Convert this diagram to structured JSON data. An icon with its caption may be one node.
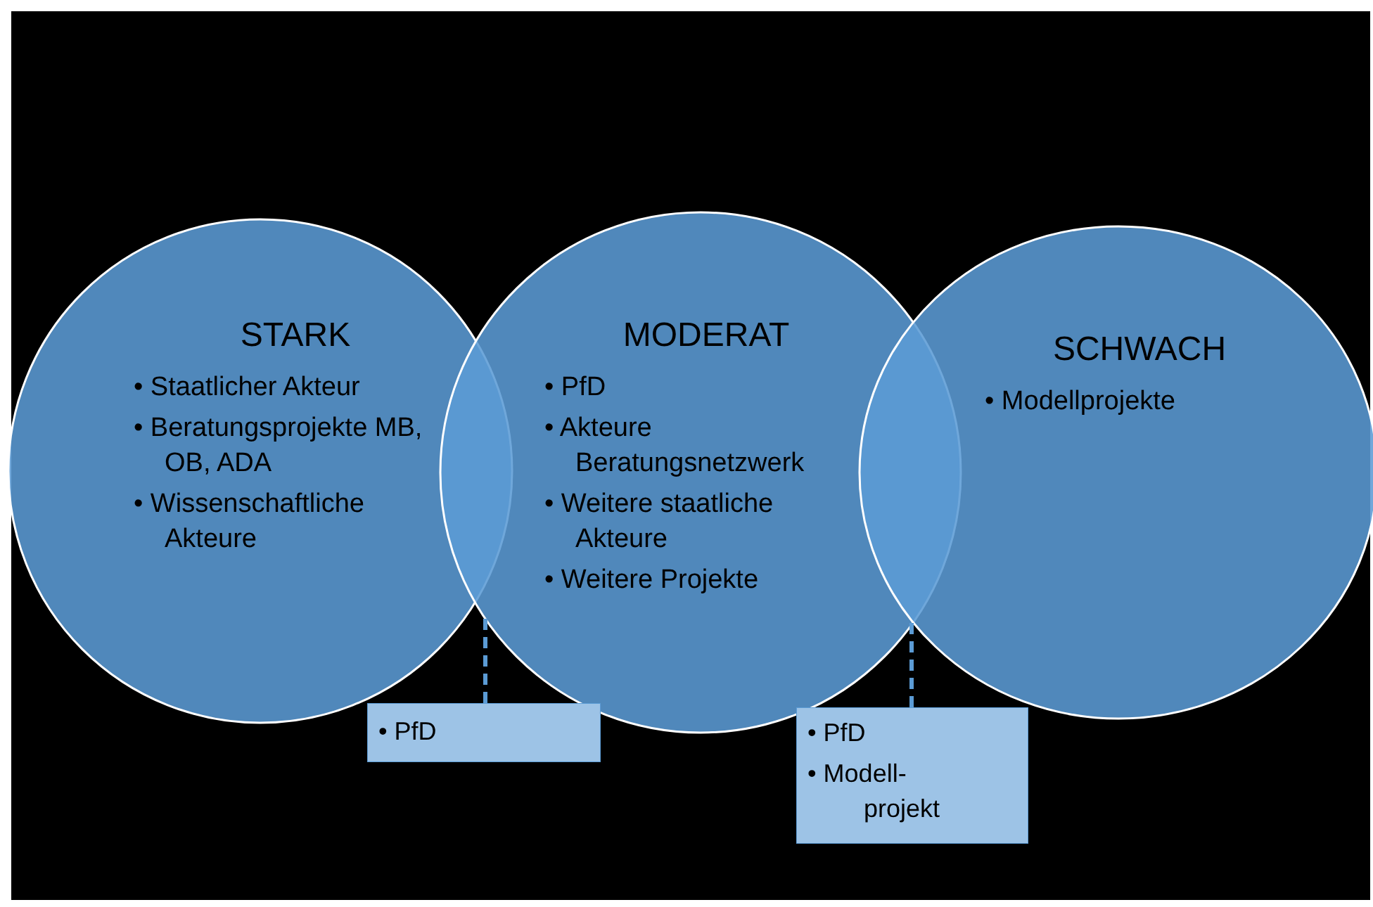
{
  "diagram": {
    "nodes": [
      {
        "text": [
          "STARK",
          "• Staatlicher Akteur",
          "• Beratungsprojekte MB, OB, ADA",
          "• Wissenschaftliche Akteure"
        ]
      },
      {
        "text": [
          "MODERAT",
          "• PfD",
          "• Akteure Beratungsnetzwerk",
          "• Weitere staatliche Akteure",
          "• Weitere Projekte"
        ]
      },
      {
        "text": [
          "SCHWACH",
          "• Modellprojekte"
        ]
      },
      {
        "text": [
          "• PfD"
        ]
      },
      {
        "text": [
          "• PfD",
          "• Modell-projekt"
        ]
      }
    ],
    "edges": [
      {
        "from": 3,
        "to": 1,
        "arrow": "none",
        "style": "dashed"
      },
      {
        "from": 4,
        "to": 2,
        "arrow": "none",
        "style": "dashed"
      }
    ]
  }
}
